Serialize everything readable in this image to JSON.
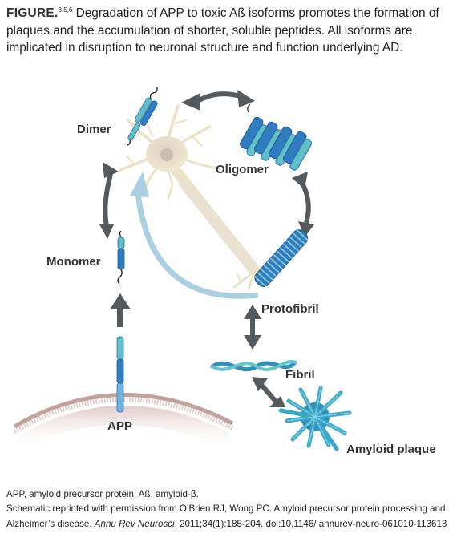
{
  "caption": {
    "figure_label": "FIGURE.",
    "refs": "3,5,6",
    "text": " Degradation of APP to toxic Aß isoforms promotes the formation of plaques and the accumulation of shorter, soluble peptides. All isoforms are implicated in disruption to neuronal structure and function underlying AD."
  },
  "labels": {
    "dimer": "Dimer",
    "oligomer": "Oligomer",
    "monomer": "Monomer",
    "protofibril": "Protofibril",
    "fibril": "Fibril",
    "app": "APP",
    "plaque": "Amyloid plaque"
  },
  "footnotes": {
    "abbrev": "APP, amyloid precursor protein; Aß, amyloid-β.",
    "credit_prefix": "Schematic reprinted with permission from O’Brien RJ, Wong PC. Amyloid precursor protein processing and Alzheimer’s disease. ",
    "journal": "Annu Rev Neurosci",
    "credit_suffix": ". 2011;34(1):185-204. doi:10.1146/ annurev-neuro-061010-113613"
  },
  "colors": {
    "arrow_gray": "#555a5e",
    "return_arrow": "#a9cfe0",
    "peptide_blue": "#2f7cc0",
    "peptide_teal": "#5fc0c8",
    "neuron": "#eee4c8",
    "membrane": "#c4a7a3",
    "plaque": "#3aa8c8"
  }
}
